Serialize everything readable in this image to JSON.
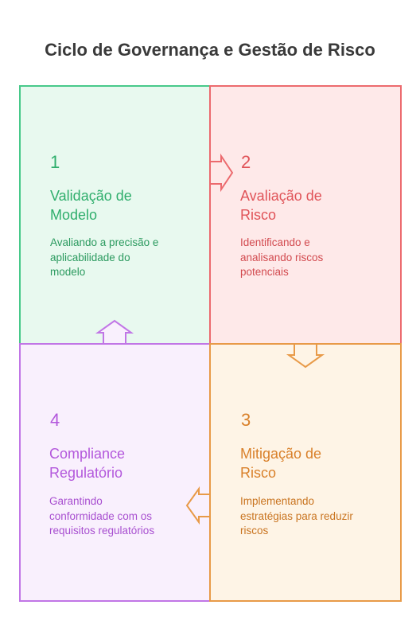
{
  "title": "Ciclo de Governança e Gestão de Risco",
  "steps": [
    {
      "number": "1",
      "heading_line1": "Validação de",
      "heading_line2": "Modelo",
      "desc_line1": "Avaliando a precisão e",
      "desc_line2": "aplicabilidade do",
      "desc_line3": "modelo",
      "color": "#48c98a"
    },
    {
      "number": "2",
      "heading_line1": "Avaliação de",
      "heading_line2": "Risco",
      "desc_line1": "Identificando e",
      "desc_line2": "analisando riscos",
      "desc_line3": "potenciais",
      "color": "#ec6a6e"
    },
    {
      "number": "3",
      "heading_line1": "Mitigação de",
      "heading_line2": "Risco",
      "desc_line1": "Implementando",
      "desc_line2": "estratégias para reduzir",
      "desc_line3": "riscos",
      "color": "#e89a48"
    },
    {
      "number": "4",
      "heading_line1": "Compliance",
      "heading_line2": "Regulatório",
      "desc_line1": "Garantindo",
      "desc_line2": "conformidade com os",
      "desc_line3": "requisitos regulatórios",
      "color": "#c176e6"
    }
  ]
}
